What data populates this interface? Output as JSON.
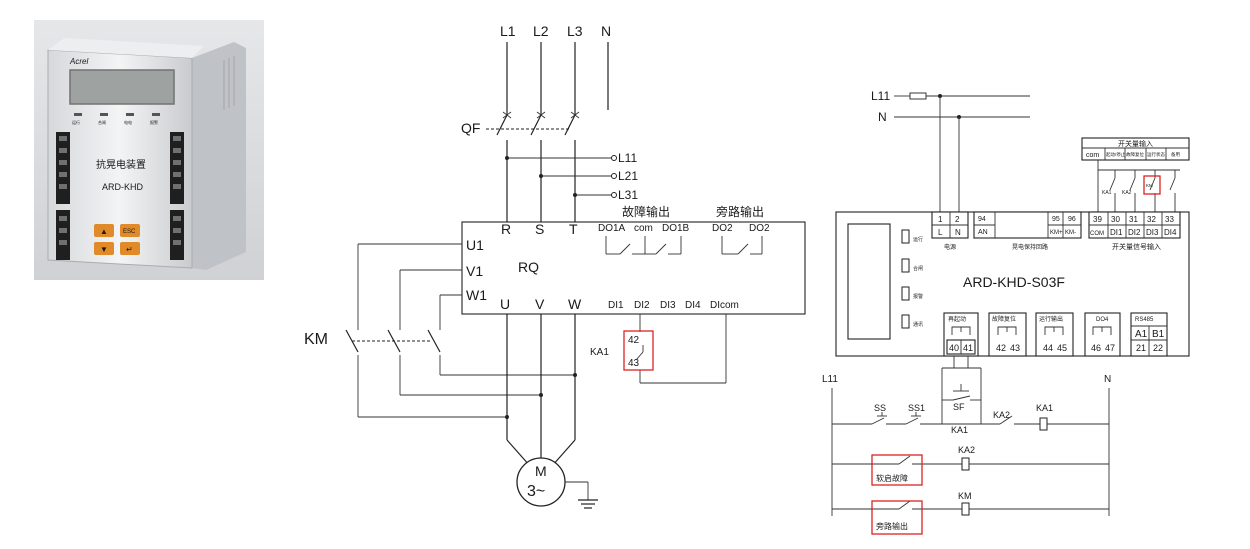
{
  "device_photo": {
    "brand": "Acrel",
    "panel_title": "抗晃电装置",
    "model": "ARD-KHD",
    "leds": [
      "运行",
      "合闸",
      "电电",
      "报警"
    ],
    "keys": {
      "up": "▲",
      "esc": "ESC",
      "down": "▼",
      "enter": "↵"
    }
  },
  "left_diagram": {
    "phases": [
      "L1",
      "L2",
      "L3",
      "N"
    ],
    "breaker": "QF",
    "outgoing": [
      "L11",
      "L21",
      "L31"
    ],
    "contactor": "KM",
    "device_label": "RQ",
    "inputs": [
      "R",
      "S",
      "T"
    ],
    "outputs": [
      "U",
      "V",
      "W"
    ],
    "fb_inputs": [
      "U1",
      "V1",
      "W1"
    ],
    "fault_output_title": "故障输出",
    "fault_terms": [
      "DO1A",
      "com",
      "DO1B"
    ],
    "bypass_output_title": "旁路输出",
    "bypass_terms": [
      "DO2",
      "DO2"
    ],
    "di_terms": [
      "DI1",
      "DI2",
      "DI3",
      "DI4",
      "DIcom"
    ],
    "relay": "KA1",
    "relay_pins": [
      "42",
      "43"
    ],
    "motor": "M",
    "motor_phase": "3~"
  },
  "right_diagram": {
    "supply": [
      "L11",
      "N"
    ],
    "module_title": "ARD-KHD-S03F",
    "leds": [
      "运行",
      "合闸",
      "报警",
      "通讯"
    ],
    "top_terms": [
      {
        "num": "1",
        "sig": "L"
      },
      {
        "num": "2",
        "sig": "N"
      },
      {
        "num": "94",
        "sig": "AN"
      },
      {
        "num": "95",
        "sig": "KM+"
      },
      {
        "num": "96",
        "sig": "KM-"
      },
      {
        "num": "39",
        "sig": "COM"
      },
      {
        "num": "30",
        "sig": "DI1"
      },
      {
        "num": "31",
        "sig": "DI2"
      },
      {
        "num": "32",
        "sig": "DI3"
      },
      {
        "num": "33",
        "sig": "DI4"
      }
    ],
    "power_label": "电源",
    "signal_label": "晃电保持回路",
    "di_group_label": "开关量信号输入",
    "switch_input_title": "开关量输入",
    "switch_input_cols": [
      "com",
      "起动/停止",
      "故障复位",
      "运行状态",
      "备用"
    ],
    "switch_contacts": [
      "KA1",
      "KA2",
      "KM"
    ],
    "bottom_groups": [
      {
        "title": "再起动",
        "pins": [
          "40",
          "41"
        ]
      },
      {
        "title": "故障复位",
        "pins": [
          "42",
          "43"
        ]
      },
      {
        "title": "运行输出",
        "pins": [
          "44",
          "45"
        ]
      },
      {
        "title": "DO4",
        "pins": [
          "46",
          "47"
        ]
      },
      {
        "title": "RS485",
        "pins": [
          "21",
          "22"
        ],
        "signals": [
          "A1",
          "B1"
        ]
      }
    ],
    "control": {
      "left_rail": "L11",
      "right_rail": "N",
      "ss": "SS",
      "ss1": "SS1",
      "sf": "SF",
      "ka1_contact": "KA1",
      "ka2_contact": "KA2",
      "ka1_coil": "KA1",
      "ka2_coil": "KA2",
      "km_coil": "KM",
      "soft_fault": "软启故障",
      "bypass_out": "旁路输出"
    }
  }
}
